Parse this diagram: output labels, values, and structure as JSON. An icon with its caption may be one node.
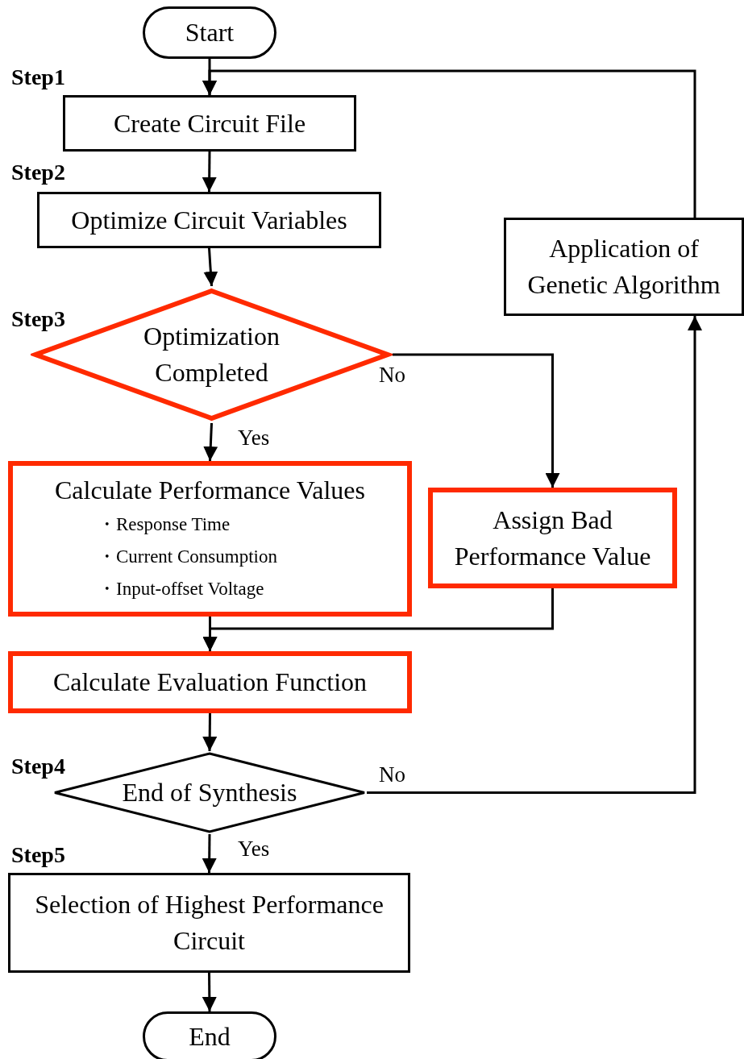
{
  "diagram": {
    "nodes": [
      {
        "text": [
          "Start"
        ]
      },
      {
        "text": [
          "Create Circuit File"
        ]
      },
      {
        "text": [
          "Optimize Circuit Variables"
        ]
      },
      {
        "text": [
          "Optimization Completed"
        ]
      },
      {
        "text": [
          "Calculate Performance Values",
          "・Response Time",
          "・Current Consumption",
          "・Input-offset Voltage"
        ]
      },
      {
        "text": [
          "Assign Bad Performance Value"
        ]
      },
      {
        "text": [
          "Calculate Evaluation Function"
        ]
      },
      {
        "text": [
          "End of Synthesis"
        ]
      },
      {
        "text": [
          "Selection of Highest Performance Circuit"
        ]
      },
      {
        "text": [
          "End"
        ]
      },
      {
        "text": [
          "Application of Genetic Algorithm"
        ]
      }
    ],
    "edges": [
      {
        "from": 0,
        "to": 1,
        "arrow": "to"
      },
      {
        "from": 1,
        "to": 2,
        "arrow": "to"
      },
      {
        "from": 2,
        "to": 3,
        "arrow": "to"
      },
      {
        "from": 3,
        "to": 4,
        "arrow": "to",
        "label": "Yes"
      },
      {
        "from": 3,
        "to": 5,
        "arrow": "to",
        "label": "No"
      },
      {
        "from": 4,
        "to": 6,
        "arrow": "to"
      },
      {
        "from": 5,
        "to": 6,
        "arrow": "to"
      },
      {
        "from": 6,
        "to": 7,
        "arrow": "to"
      },
      {
        "from": 7,
        "to": 8,
        "arrow": "to",
        "label": "Yes"
      },
      {
        "from": 7,
        "to": 10,
        "arrow": "to",
        "label": "No"
      },
      {
        "from": 8,
        "to": 9,
        "arrow": "to"
      },
      {
        "from": 10,
        "to": 1,
        "arrow": "to"
      }
    ],
    "labels": [
      "Step1",
      "Step2",
      "Step3",
      "Step4",
      "Step5"
    ]
  }
}
